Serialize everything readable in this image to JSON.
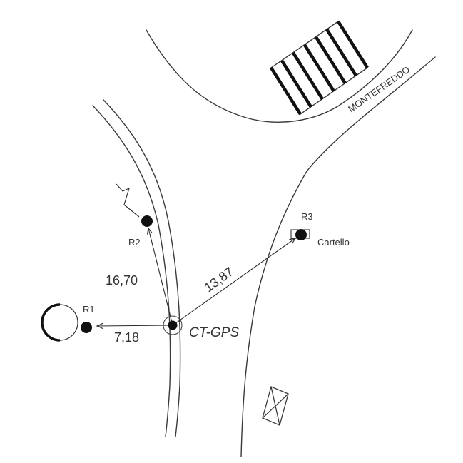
{
  "station": {
    "label": "CT-GPS"
  },
  "street": {
    "label": "MONTEFREDDO"
  },
  "references": [
    {
      "id": "r1",
      "label": "R1",
      "distance": "7,18"
    },
    {
      "id": "r2",
      "label": "R2",
      "distance": "16,70"
    },
    {
      "id": "r3",
      "label": "R3",
      "distance": "13,87",
      "note": "Cartello"
    }
  ],
  "colors": {
    "ink": "#111111",
    "road": "#3a3a3a",
    "text": "#333333"
  }
}
